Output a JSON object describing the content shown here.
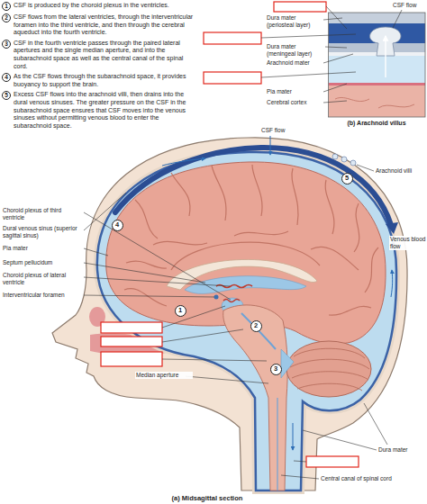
{
  "diagram": {
    "labels": [
      "1",
      "CSF is produced by the choroid plexus in the ventricles.",
      "2",
      "CSF flows from the lateral ventricles, through the interventricular foramen into the third ventricle, and then through the cerebral aqueduct into the fourth ventricle.",
      "3",
      "CSF in the fourth ventricle passes through the paired lateral apertures and the single median aperture, and into the subarachnoid space as well as the central canal of the spinal cord.",
      "4",
      "As the CSF flows through the subarachnoid space, it provides buoyancy to support the brain.",
      "5",
      "Excess CSF flows into the arachnoid villi, then drains into the dural venous sinuses. The greater pressure on the CSF in the subarachnoid space ensures that CSF moves into the venous sinuses without permitting venous blood to enter the subarachnoid space.",
      "CSF flow",
      "Dura mater (periosteal layer)",
      "Dura mater (meningeal layer)",
      "Arachnoid mater",
      "Pia mater",
      "Cerebral cortex",
      "(b) Arachnoid villus",
      "CSF flow",
      "Arachnoid villi",
      "5",
      "Choroid plexus of third ventricle",
      "Dural venous sinus (superior sagittal sinus)",
      "4",
      "Venous blood flow",
      "Pia mater",
      "Septum pellucidum",
      "1",
      "Choroid plexus of lateral ventricle",
      "Interventricular foramen",
      "2",
      "3",
      "Median aperture",
      "Dura mater",
      "Central canal of spinal cord",
      "(a) Midsagittal section"
    ]
  }
}
